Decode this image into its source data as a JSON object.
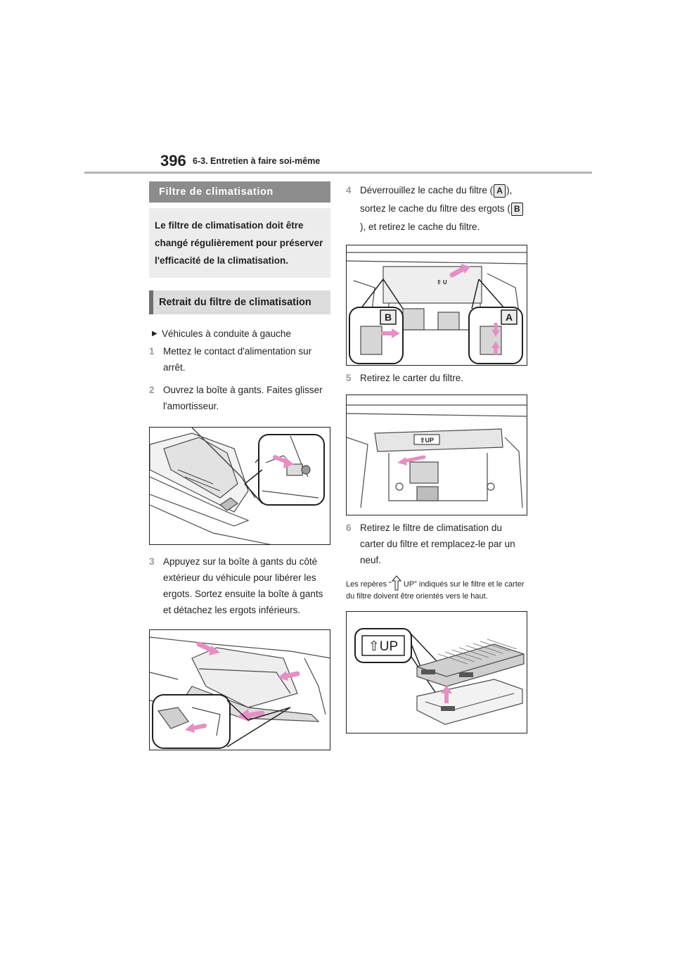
{
  "header": {
    "page_number": "396",
    "chapter": "6-3. Entretien à faire soi-même"
  },
  "left_column": {
    "section_title": "Filtre de climatisation",
    "intro": "Le filtre de climatisation doit être changé régulièrement pour préserver l'efficacité de la climatisation.",
    "subsection_title": "Retrait du filtre de climatisation",
    "bullet": "Véhicules à conduite à gauche",
    "steps": [
      {
        "num": "1",
        "text": "Mettez le contact d'alimentation sur arrêt."
      },
      {
        "num": "2",
        "text": "Ouvrez la boîte à gants. Faites glisser l'amortisseur."
      },
      {
        "num": "3",
        "text": "Appuyez sur la boîte à gants du côté extérieur du véhicule pour libérer les ergots. Sortez ensuite la boîte à gants et détachez les ergots inférieurs."
      }
    ]
  },
  "right_column": {
    "step4": {
      "num": "4",
      "text_a": "Déverrouillez le cache du filtre (",
      "text_b": "), sortez le cache du filtre des ergots (",
      "text_c": "), et retirez le cache du filtre.",
      "label_a": "A",
      "label_b": "B"
    },
    "step5": {
      "num": "5",
      "text": "Retirez le carter du filtre."
    },
    "step6": {
      "num": "6",
      "text": "Retirez le filtre de climatisation du carter du filtre et remplacez-le par un neuf."
    },
    "note_a": "Les repères “",
    "note_b": " UP” indiqués sur le filtre et le carter du filtre doivent être orientés vers le haut."
  },
  "figures": {
    "fig4_label_a": "A",
    "fig4_label_b": "B",
    "fig4_up": "⇧ U",
    "fig5_up": "⇧UP",
    "fig6_up": "⇧UP"
  },
  "colors": {
    "arrow_pink": "#e58fc4",
    "banner_dark": "#8c8c8c",
    "banner_light": "#dcdcdc"
  }
}
